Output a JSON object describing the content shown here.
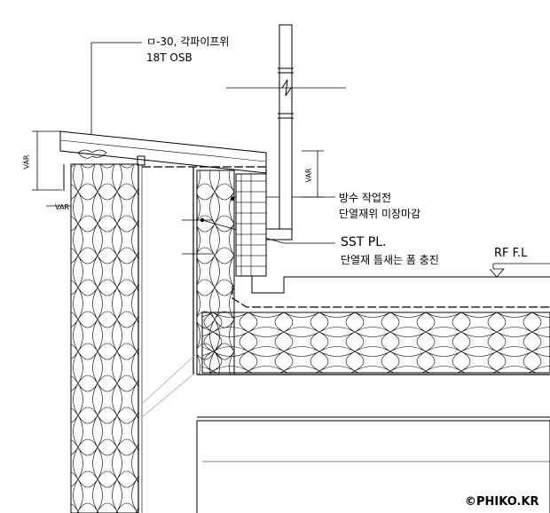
{
  "labels": {
    "roof_board_line1": "ㅁ-30, 각파이프위",
    "roof_board_line2": "18T OSB",
    "waterproof_line1": "방수 작업전",
    "waterproof_line2": "단열재위 미장마감",
    "sst_line1": "SST PL.",
    "sst_line2": "단열재 틈새는 폼 충진",
    "roof_level": "RF F.L",
    "var_top": "VAR",
    "var_left": "VAR",
    "var_right": "VAR"
  },
  "watermark": "©PHIKO.KR"
}
